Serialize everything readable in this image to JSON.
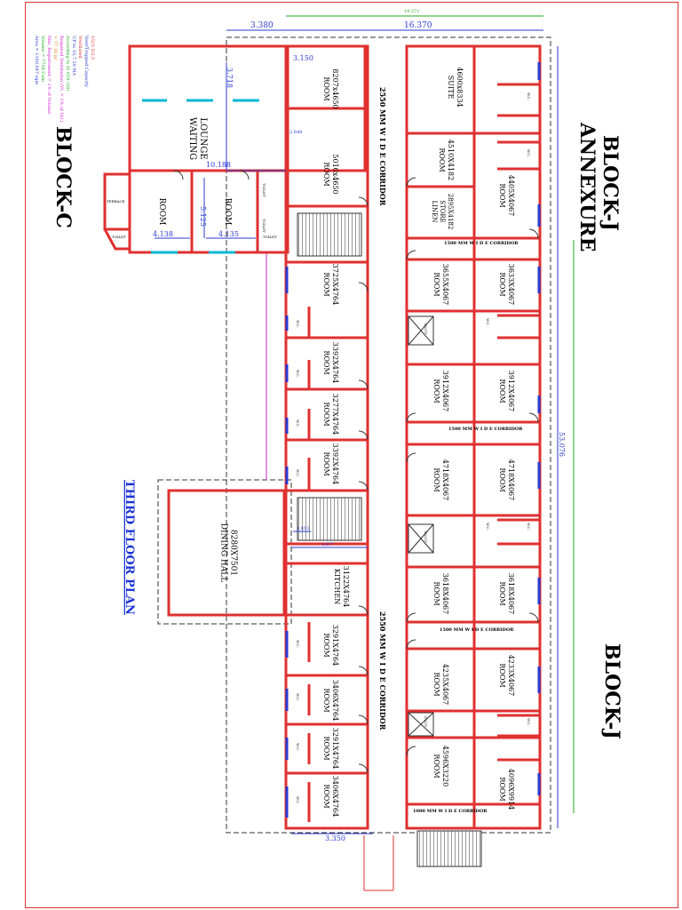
{
  "block_labels": {
    "block_c": "BLOCK-C",
    "block_j_annexure_1": "BLOCK-J",
    "block_j_annexure_2": "ANNEXURE",
    "block_j_bottom": "BLOCK-J",
    "plan_title": "THIRD FLOOR PLAN"
  },
  "notes": [
    "Area = 1160.647 sqm",
    "Volume = 7738 Cum",
    "Min. Requirement = 1% of Volume",
    "= 77.38 m³",
    "Required Ventilation (Vt. = 1% of Vol.)",
    "According to IS 659 (50)",
    "UP to 10,7 20 MA",
    "Ventilated",
    "Vent/Trapped Capacity",
    "1/2/1.5/2.5"
  ],
  "corridors": {
    "main_top": "2550 MM W I D E CORRIDOR",
    "main_bottom": "2550 MM W I D E CORRIDOR",
    "side_1500_a": "1500 MM W I D E CORRIDOR",
    "side_1500_b": "1500 MM W I D E CORRIDOR",
    "side_1500_c": "1500 MM W I D E CORRIDOR",
    "side_1000": "1000 MM W I D E CORRIDOR"
  },
  "dimensions": {
    "top_3380": "3.380",
    "top_16370": "16.370",
    "top_overall": "19.271",
    "d_3718": "3.718",
    "d_3150": "3.150",
    "d_10188": "10.188",
    "d_5125": "5.125",
    "d_4138": "4.138",
    "d_4135": "4.135",
    "right_53076": "53.076",
    "bottom_3350": "3.350",
    "d_4877": "4.877",
    "d_1813": "1.813",
    "d_2648": "2.648"
  },
  "rooms": {
    "waiting_lounge": [
      "WAITING",
      "LOUNGE"
    ],
    "room_c1": [
      "ROOM"
    ],
    "room_c2": [
      "ROOM"
    ],
    "room_8207_top": [
      "ROOM",
      "8207x4650"
    ],
    "room_8207_bot": [
      "ROOM",
      "5010x4650"
    ],
    "suite": [
      "SUITE",
      "4600x8334"
    ],
    "room_4510": [
      "ROOM",
      "4510X4182"
    ],
    "linen_store": [
      "LINEN",
      "STORE",
      "2895X4182"
    ],
    "room_4405": [
      "ROOM",
      "4405X4067"
    ],
    "room_3725": [
      "ROOM",
      "3725X4764"
    ],
    "room_3655": [
      "ROOM",
      "3655X4067"
    ],
    "room_3633": [
      "ROOM",
      "3633X4067"
    ],
    "room_3392a": [
      "ROOM",
      "3392X4764"
    ],
    "room_3912a": [
      "ROOM",
      "3912X4067"
    ],
    "room_3912b": [
      "ROOM",
      "3912X4067"
    ],
    "room_3277": [
      "ROOM",
      "3277X4764"
    ],
    "room_3392b": [
      "ROOM",
      "3392X4764"
    ],
    "room_4718a": [
      "ROOM",
      "4718X4067"
    ],
    "room_4718b": [
      "ROOM",
      "4718X4067"
    ],
    "dining_hall": [
      "DINING HALL",
      "8280X7501"
    ],
    "kitchen": [
      "KITCHEN",
      "3122X4764"
    ],
    "room_3618a": [
      "ROOM",
      "3618X4067"
    ],
    "room_3618b": [
      "ROOM",
      "3618X4067"
    ],
    "room_3291a": [
      "ROOM",
      "3291X4764"
    ],
    "room_4235a": [
      "ROOM",
      "4235X4067"
    ],
    "room_4233b": [
      "ROOM",
      "4233X4067"
    ],
    "room_3406a": [
      "ROOM",
      "3406X4764"
    ],
    "room_3291b": [
      "ROOM",
      "3291X4764"
    ],
    "room_4596": [
      "ROOM",
      "4596X3220"
    ],
    "room_4096": [
      "ROOM",
      "4096X9914"
    ],
    "room_3406b": [
      "ROOM",
      "3406X4764"
    ]
  },
  "small_labels": {
    "toilet": "TOILET",
    "terrace": "TERRACE",
    "wc": "W.C.",
    "duct": "DUCT"
  },
  "colors": {
    "wall": "#e03030",
    "wall_fill": "#f6d6d6",
    "dim_blue": "#2a3ad0",
    "dim_green": "#22aa22",
    "dim_magenta": "#d020d0",
    "cyan": "#00b8d8",
    "title_blue": "#1a33d6"
  }
}
